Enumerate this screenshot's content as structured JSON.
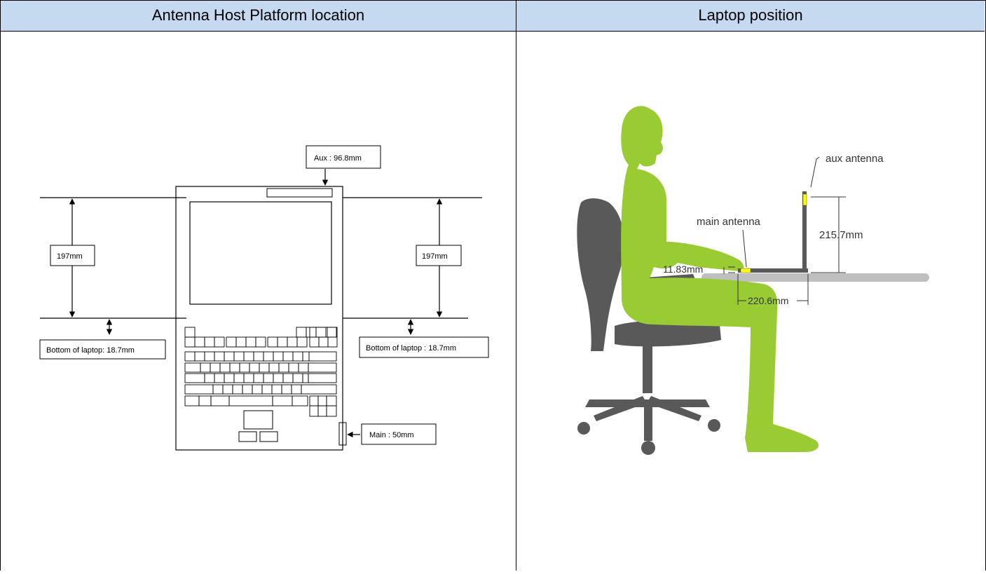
{
  "headers": {
    "left": "Antenna Host Platform location",
    "right": "Laptop position"
  },
  "left_diagram": {
    "aux_label": "Aux : 96.8mm",
    "height_left_label": "197mm",
    "height_right_label": "197mm",
    "bottom_left_label": "Bottom of laptop: 18.7mm",
    "bottom_right_label": "Bottom of laptop : 18.7mm",
    "main_label": "Main : 50mm"
  },
  "right_diagram": {
    "aux_antenna_label": "aux antenna",
    "main_antenna_label": "main antenna",
    "height_label": "215.7mm",
    "offset_label": "11.83mm",
    "depth_label": "220.6mm",
    "colors": {
      "person": "#99cc33",
      "chair": "#595959",
      "desk": "#bfbfbf",
      "antenna": "#ffff00"
    }
  }
}
